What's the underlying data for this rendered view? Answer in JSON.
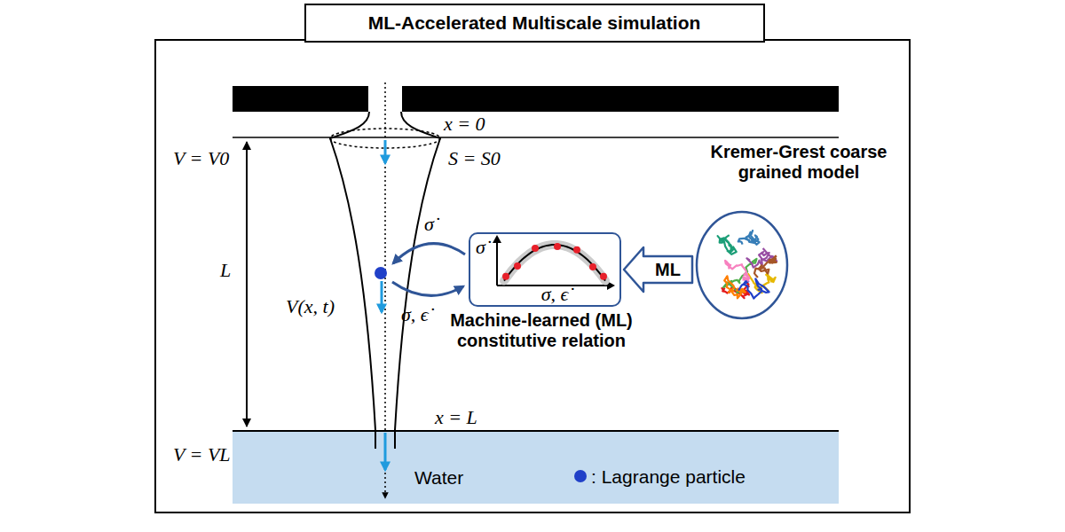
{
  "diagram": {
    "title": "ML-Accelerated Multiscale simulation",
    "nodes": [
      {
        "text": [
          "Kremer-Grest coarse grained model"
        ]
      },
      {
        "text": [
          "σ̇",
          "σ, ϵ̇",
          "Machine-learned (ML) constitutive relation"
        ]
      },
      {
        "text": [
          "Water"
        ]
      }
    ],
    "edges": [
      {
        "from": 0,
        "to": 1,
        "arrow": "to",
        "label": "ML"
      }
    ],
    "labels": [
      "x = 0",
      "V = V0",
      "S = S0",
      "L",
      "σ̇",
      "V(x, t)",
      "σ, ϵ̇",
      "x = L",
      "V = VL"
    ],
    "legend": [
      {
        "text": ": Lagrange particle",
        "color": "#2040c8"
      }
    ]
  }
}
